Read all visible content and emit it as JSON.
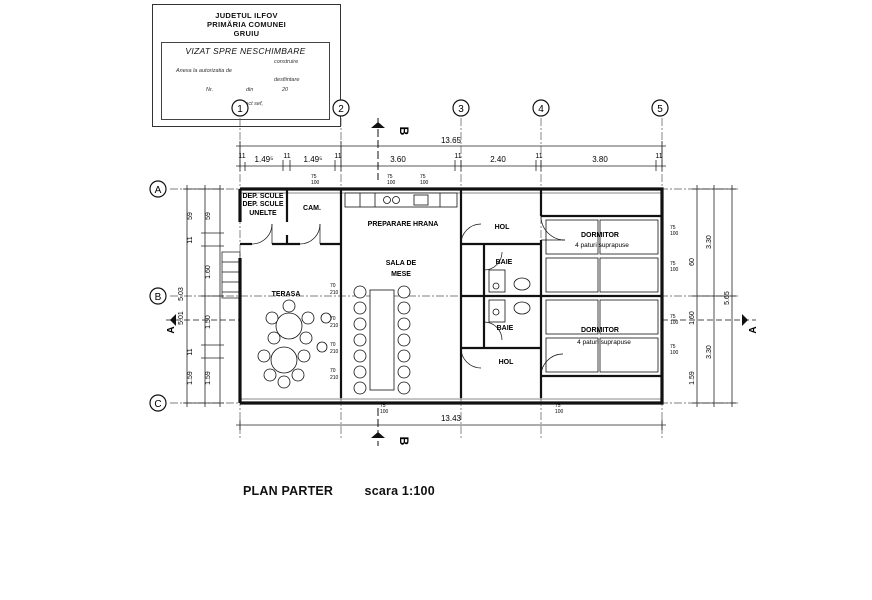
{
  "stamp": {
    "line1": "JUDETUL ILFOV",
    "line2": "PRIMĂRIA COMUNEI",
    "line3": "GRUIU",
    "title": "VIZAT SPRE NESCHIMBARE",
    "construire": "construire",
    "anexa": "Anexa la autorizatia de",
    "desfiintare": "desfiintare",
    "nr": "Nr.",
    "din": "din",
    "year": "20",
    "arhitect": "Arhitect sef,"
  },
  "grid": {
    "cols": [
      "1",
      "2",
      "3",
      "4",
      "5"
    ],
    "rows": [
      "A",
      "B",
      "C"
    ]
  },
  "dims": {
    "top_total": "13.65",
    "top_segments": [
      "1.49⁵",
      "1.49⁵",
      "3.60",
      "2.40",
      "3.80"
    ],
    "wall_ticks": "11",
    "bottom_total": "13.43",
    "left_segments": [
      "59",
      "1.60",
      "1.50",
      "1.59"
    ],
    "left_total_a": "5.03",
    "left_total_b": "5.01",
    "right_segments": [
      "3.30",
      "60",
      "1.60",
      "3.30",
      "1.59"
    ],
    "right_total": "5.65"
  },
  "rooms": {
    "dep_scule": "DEP. SCULE",
    "unelte": "UNELTE",
    "cam": "CAM.",
    "preparare": "PREPARARE HRANA",
    "hol1": "HOL",
    "hol2": "HOL",
    "baie1": "BAIE",
    "baie2": "BAIE",
    "sala": "SALA DE",
    "mese": "MESE",
    "terasa": "TERASA",
    "dormitor1": "DORMITOR",
    "dormitor1_sub": "4 paturi suprapuse",
    "dormitor2": "DORMITOR",
    "dormitor2_sub": "4 paturi suprapuse"
  },
  "openings": {
    "door": "70",
    "door_h": "210",
    "win": "75",
    "win_h": "100"
  },
  "section": "B",
  "section_a": "A",
  "caption": {
    "title": "PLAN PARTER",
    "scale": "scara 1:100"
  }
}
